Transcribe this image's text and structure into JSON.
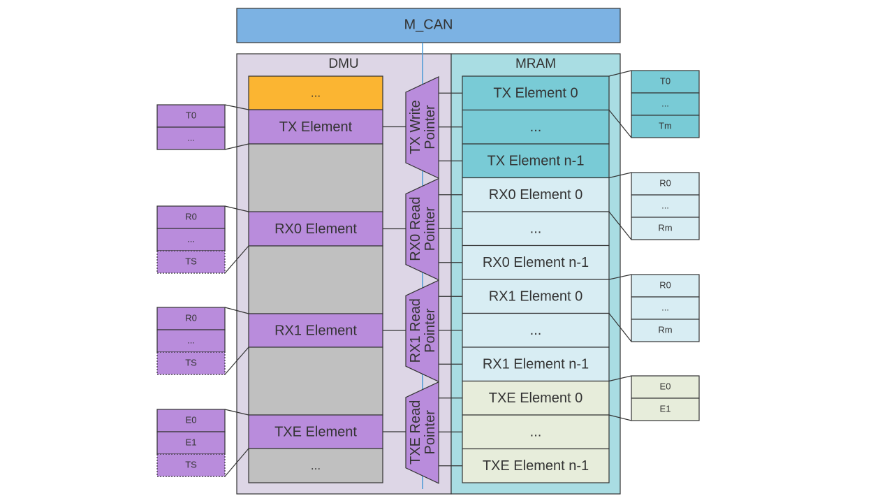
{
  "mcan": {
    "label": "M_CAN"
  },
  "dmu": {
    "title": "DMU",
    "blocks": [
      {
        "label": "...",
        "kind": "header"
      },
      {
        "label": "TX Element",
        "kind": "element"
      },
      {
        "label": "",
        "kind": "spacer"
      },
      {
        "label": "RX0 Element",
        "kind": "element"
      },
      {
        "label": "",
        "kind": "spacer"
      },
      {
        "label": "RX1 Element",
        "kind": "element"
      },
      {
        "label": "",
        "kind": "spacer"
      },
      {
        "label": "TXE Element",
        "kind": "element"
      },
      {
        "label": "...",
        "kind": "spacer"
      }
    ]
  },
  "pointers": [
    {
      "line1": "TX Write",
      "line2": "Pointer"
    },
    {
      "line1": "RX0 Read",
      "line2": "Pointer"
    },
    {
      "line1": "RX1 Read",
      "line2": "Pointer"
    },
    {
      "line1": "TXE Read",
      "line2": "Pointer"
    }
  ],
  "mram": {
    "title": "MRAM",
    "elements": [
      {
        "label": "TX Element 0",
        "group": "tx"
      },
      {
        "label": "...",
        "group": "tx"
      },
      {
        "label": "TX Element n-1",
        "group": "tx"
      },
      {
        "label": "RX0 Element 0",
        "group": "rx"
      },
      {
        "label": "...",
        "group": "rx"
      },
      {
        "label": "RX0 Element n-1",
        "group": "rx"
      },
      {
        "label": "RX1 Element 0",
        "group": "rx"
      },
      {
        "label": "...",
        "group": "rx"
      },
      {
        "label": "RX1 Element n-1",
        "group": "rx"
      },
      {
        "label": "TXE Element 0",
        "group": "txe"
      },
      {
        "label": "...",
        "group": "txe"
      },
      {
        "label": "TXE Element n-1",
        "group": "txe"
      }
    ]
  },
  "left_stacks": [
    {
      "cells": [
        {
          "label": "T0",
          "dashed": false
        },
        {
          "label": "...",
          "dashed": false
        }
      ]
    },
    {
      "cells": [
        {
          "label": "R0",
          "dashed": false
        },
        {
          "label": "...",
          "dashed": false
        },
        {
          "label": "TS",
          "dashed": true
        }
      ]
    },
    {
      "cells": [
        {
          "label": "R0",
          "dashed": false
        },
        {
          "label": "...",
          "dashed": false
        },
        {
          "label": "TS",
          "dashed": true
        }
      ]
    },
    {
      "cells": [
        {
          "label": "E0",
          "dashed": false
        },
        {
          "label": "E1",
          "dashed": false
        },
        {
          "label": "TS",
          "dashed": true
        }
      ]
    }
  ],
  "right_stacks": [
    {
      "group": "tx",
      "cells": [
        "T0",
        "...",
        "Tm"
      ]
    },
    {
      "group": "rx",
      "cells": [
        "R0",
        "...",
        "Rm"
      ]
    },
    {
      "group": "rx",
      "cells": [
        "R0",
        "...",
        "Rm"
      ]
    },
    {
      "group": "txe",
      "cells": [
        "E0",
        "E1"
      ]
    }
  ],
  "colors": {
    "mcan_fill": "#7cb2e3",
    "dmu_fill": "#ddd6e6",
    "mram_fill": "#a9dde3",
    "header_fill": "#fbb532",
    "element_fill": "#b98cdc",
    "spacer_fill": "#c0c0c0",
    "tx_fill": "#79cbd6",
    "rx_fill": "#d8edf3",
    "txe_fill": "#e7eddb",
    "left_cell_fill": "#b98cdc",
    "pointer_fill": "#b98cdc",
    "bus_line": "#4a98d6",
    "stroke": "#333333"
  }
}
